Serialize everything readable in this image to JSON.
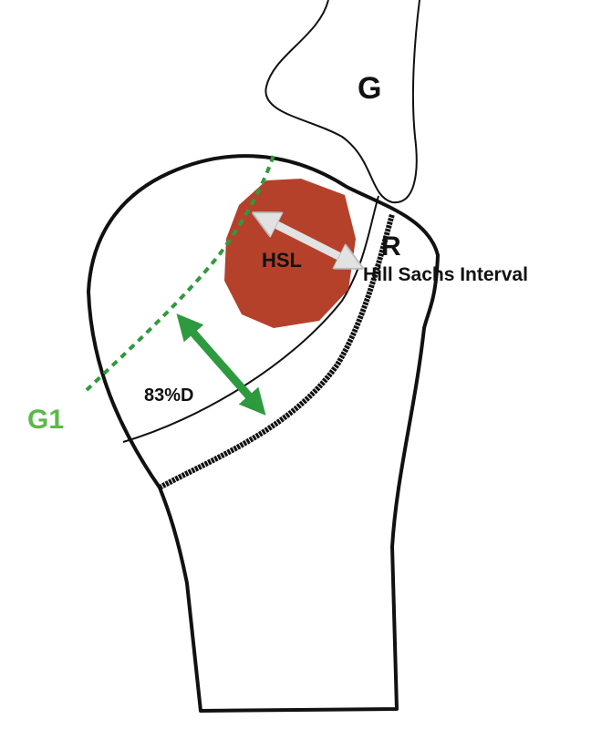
{
  "labels": {
    "glenoid": "G",
    "rim": "R",
    "interval": "Hill Sachs Interval",
    "lesion": "HSL",
    "track_width": "83%D",
    "glenoid_track": "G1"
  },
  "colors": {
    "outline": "#111111",
    "lesion": "#b5412b",
    "track": "#2e9a3e",
    "interval_arrow": "#e2e2e2"
  }
}
